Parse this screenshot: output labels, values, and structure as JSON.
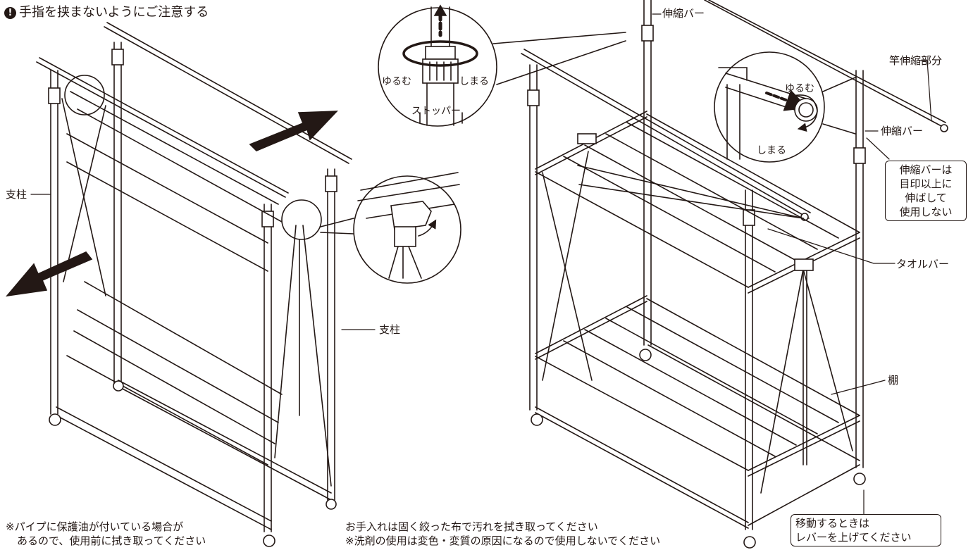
{
  "warning": {
    "icon": "exclamation-circle-icon",
    "text": "手指を挟まないようにご注意する"
  },
  "labels": {
    "pillar_left": "支柱",
    "pillar_center": "支柱",
    "extension_bar_top": "伸縮バー",
    "pole_extension": "竿伸縮部分",
    "extension_bar_right": "伸縮バー",
    "towel_bar": "タオルバー",
    "shelf": "棚"
  },
  "stopper_detail": {
    "loosen": "ゆるむ",
    "tighten": "しまる",
    "stopper": "ストッパー"
  },
  "pole_detail": {
    "loosen": "ゆるむ",
    "tighten": "しまる"
  },
  "callout_extension": {
    "line1": "伸縮バーは",
    "line2": "目印以上に",
    "line3": "伸ばして",
    "line4": "使用しない"
  },
  "callout_lever": {
    "line1": "移動するときは",
    "line2": "レバーを上げてください"
  },
  "notes": {
    "oil_line1": "※パイプに保護油が付いている場合が",
    "oil_line2": "あるので、使用前に拭き取ってください",
    "care_line1": "お手入れは固く絞った布で汚れを拭き取ってください",
    "care_line2": "※洗剤の使用は変色・変質の原因になるので使用しないでください"
  }
}
